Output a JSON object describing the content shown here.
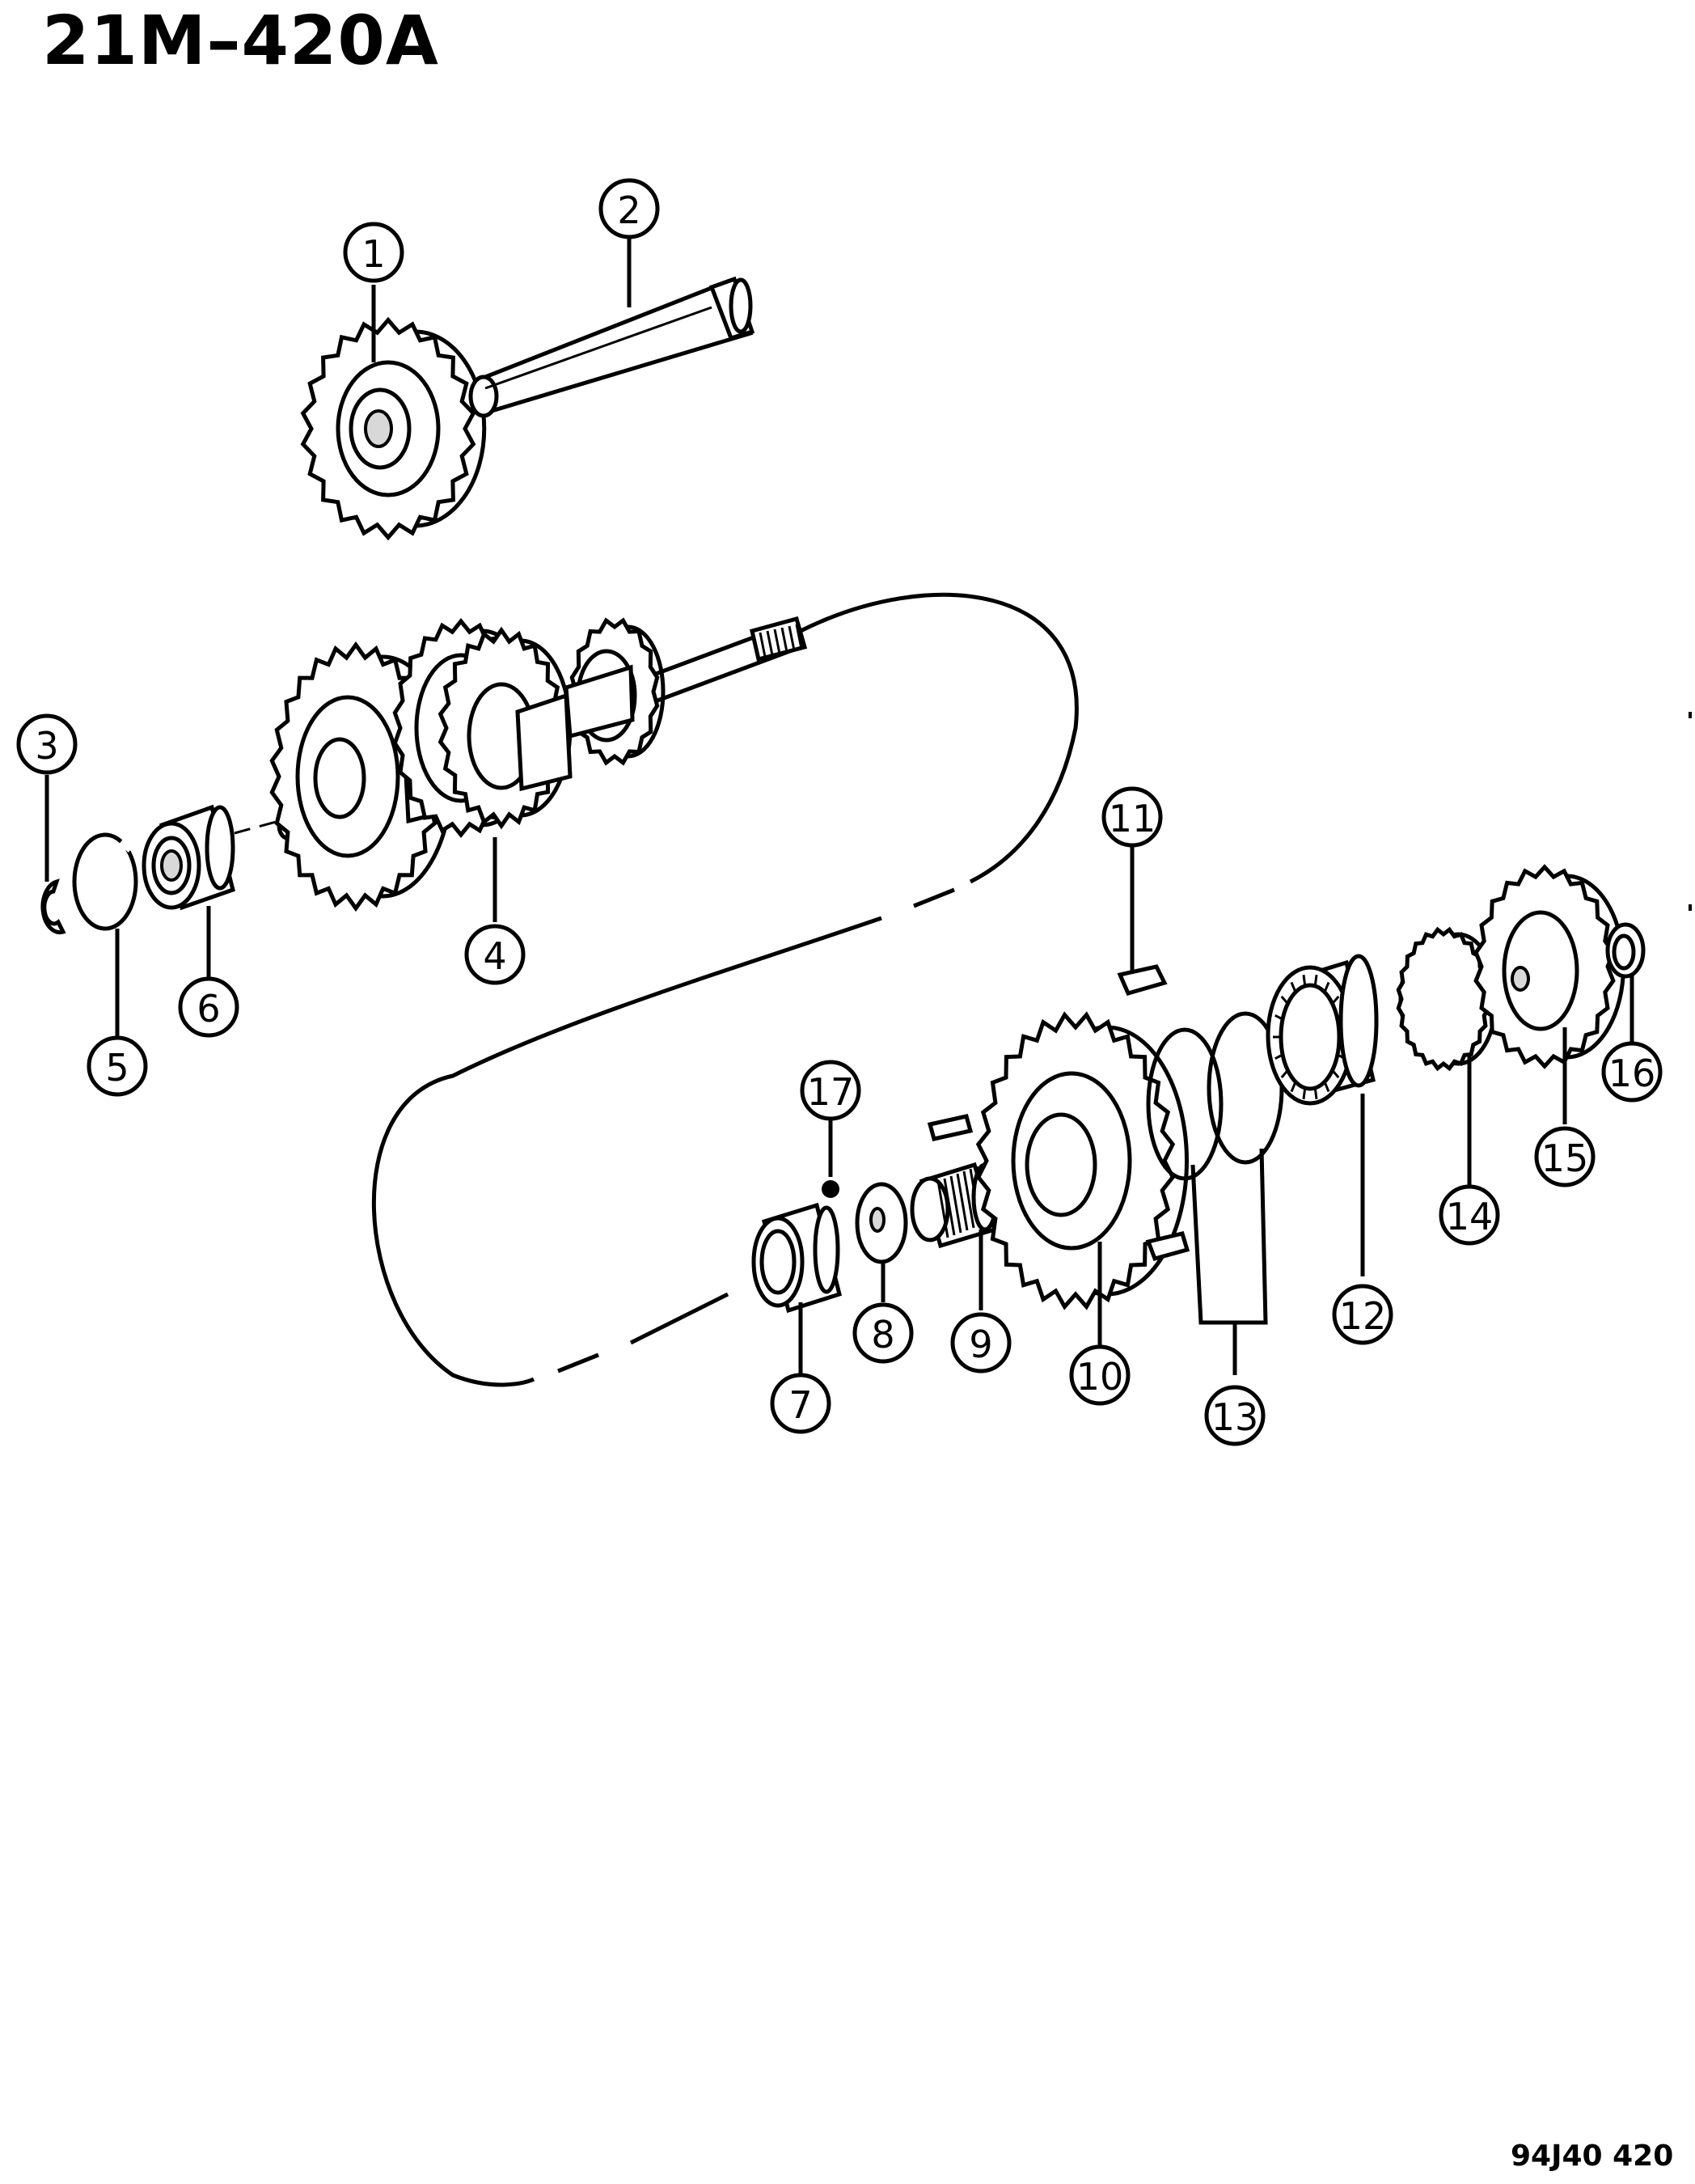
{
  "title": "21M–420A",
  "figure_id": "94J40  420",
  "callouts": [
    "1",
    "2",
    "3",
    "4",
    "5",
    "6",
    "7",
    "8",
    "9",
    "10",
    "11",
    "12",
    "13",
    "14",
    "15",
    "16",
    "17"
  ]
}
